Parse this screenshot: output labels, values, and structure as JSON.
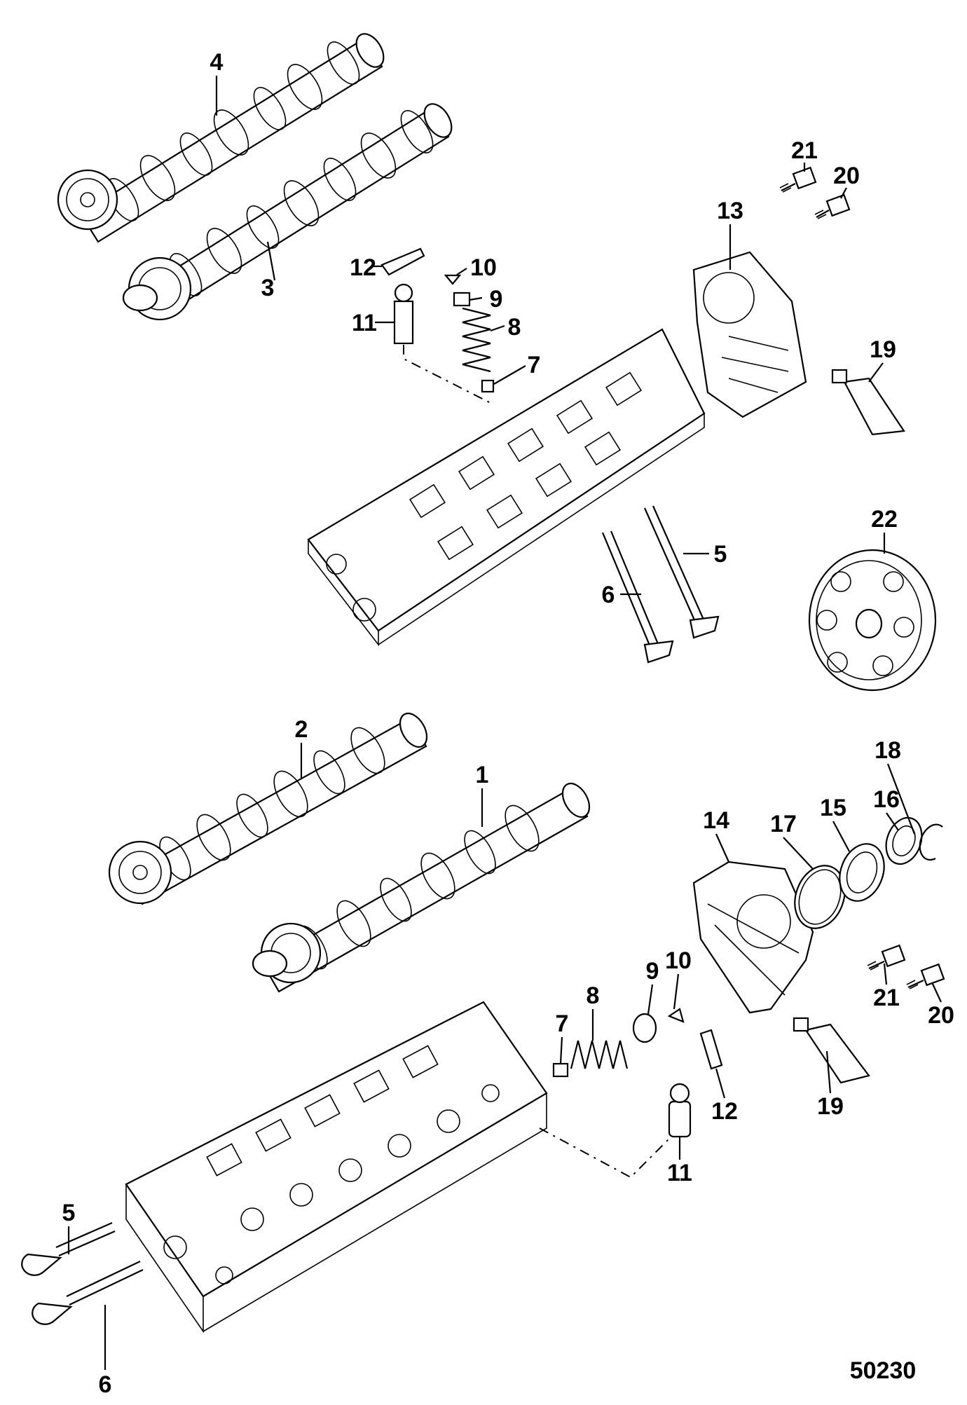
{
  "figure_number": "50230",
  "callouts": [
    {
      "id": "c4-top",
      "text": "4"
    },
    {
      "id": "c3-top",
      "text": "3"
    },
    {
      "id": "c12-top",
      "text": "12"
    },
    {
      "id": "c11-top",
      "text": "11"
    },
    {
      "id": "c10-top",
      "text": "10"
    },
    {
      "id": "c9-top",
      "text": "9"
    },
    {
      "id": "c8-top",
      "text": "8"
    },
    {
      "id": "c7-top",
      "text": "7"
    },
    {
      "id": "c13",
      "text": "13"
    },
    {
      "id": "c21-top",
      "text": "21"
    },
    {
      "id": "c20-top",
      "text": "20"
    },
    {
      "id": "c19-top",
      "text": "19"
    },
    {
      "id": "c22",
      "text": "22"
    },
    {
      "id": "c5-top",
      "text": "5"
    },
    {
      "id": "c6-top",
      "text": "6"
    },
    {
      "id": "c2",
      "text": "2"
    },
    {
      "id": "c1",
      "text": "1"
    },
    {
      "id": "c18",
      "text": "18"
    },
    {
      "id": "c14",
      "text": "14"
    },
    {
      "id": "c17",
      "text": "17"
    },
    {
      "id": "c15",
      "text": "15"
    },
    {
      "id": "c16",
      "text": "16"
    },
    {
      "id": "c21-bot",
      "text": "21"
    },
    {
      "id": "c20-bot",
      "text": "20"
    },
    {
      "id": "c9-bot",
      "text": "9"
    },
    {
      "id": "c10-bot",
      "text": "10"
    },
    {
      "id": "c8-bot",
      "text": "8"
    },
    {
      "id": "c7-bot",
      "text": "7"
    },
    {
      "id": "c12-bot",
      "text": "12"
    },
    {
      "id": "c19-bot",
      "text": "19"
    },
    {
      "id": "c11-bot",
      "text": "11"
    },
    {
      "id": "c5-bot",
      "text": "5"
    },
    {
      "id": "c6-bot",
      "text": "6"
    }
  ]
}
